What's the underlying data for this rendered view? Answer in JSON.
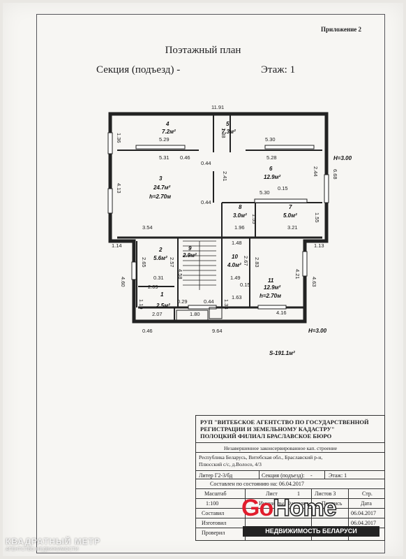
{
  "header": {
    "appendix": "Приложение 2",
    "title": "Поэтажный план",
    "section": "Секция (подъезд) -",
    "floor": "Этаж: 1"
  },
  "plan": {
    "rooms": [
      {
        "num": "1",
        "area": "2.5м²"
      },
      {
        "num": "2",
        "area": "5.6м²"
      },
      {
        "num": "3",
        "area": "24.7м²",
        "height": "h=2.70м"
      },
      {
        "num": "4",
        "area": "7.2м²"
      },
      {
        "num": "5",
        "area": "7.3м²"
      },
      {
        "num": "6",
        "area": "12.9м²"
      },
      {
        "num": "7",
        "area": "5.0м²"
      },
      {
        "num": "8",
        "area": "3.0м²"
      },
      {
        "num": "9",
        "area": "2.9м²"
      },
      {
        "num": "10",
        "area": "4.0м²"
      },
      {
        "num": "11",
        "area": "12.9м²",
        "height": "h=2.70м"
      }
    ],
    "heights": {
      "top": "H=3.00",
      "bottom": "H=3.00"
    },
    "total_area": "S-191.1м²",
    "dimensions": {
      "d11_91": "11.91",
      "d1_36": "1.36",
      "d1_38": "1.38",
      "d5_29": "5.29",
      "d5_30": "5.30",
      "d5_31": "5.31",
      "d0_46a": "0.46",
      "d0_44a": "0.44",
      "d5_28": "5.28",
      "d2_44": "2.44",
      "d6_68": "6.68",
      "d4_13": "4.13",
      "d2_41": "2.41",
      "d5_30b": "5.30",
      "d0_15a": "0.15",
      "d0_44b": "0.44",
      "d1_55a": "1.55",
      "d1_55b": "1.55",
      "d3_54": "3.54",
      "d1_96": "1.96",
      "d3_21": "3.21",
      "d1_14": "1.14",
      "d1_48": "1.48",
      "d1_13": "1.13",
      "d2_65": "2.65",
      "d2_57": "2.57",
      "d2_67": "2.67",
      "d2_83": "2.83",
      "d4_21": "4.21",
      "d4_60": "4.60",
      "d4_63": "4.63",
      "d0_31": "0.31",
      "d2_09": "2.09",
      "d4_58": "4.58",
      "d1_49": "1.49",
      "d0_15b": "0.15",
      "d1_19": "1.19",
      "d1_63": "1.63",
      "d0_29": "0.29",
      "d0_44c": "0.44",
      "d1_38b": "1.38",
      "d1_80": "1.80",
      "d4_16": "4.16",
      "d2_07": "2.07",
      "d9_64": "9.64",
      "d0_46b": "0.46"
    }
  },
  "stamp": {
    "org1": "РУП \"ВИТЕБСКОЕ АГЕНТСТВО ПО ГОСУДАРСТВЕННОЙ",
    "org2": "РЕГИСТРАЦИИ И ЗЕМЕЛЬНОМУ КАДАСТРУ\"",
    "org3": "ПОЛОЦКИЙ ФИЛИАЛ БРАСЛАВСКОЕ БЮРО",
    "object": "Незавершенное законсервированное кап. строение",
    "address1": "Республика Беларусь, Витебская обл., Браславский р-н,",
    "address2": "Плюсский с/с, д.Волосо, 4/3",
    "liter": "Литер Г2-3/бд",
    "section": "Секция (подъезд):",
    "section_dash": "-",
    "floor": "Этаж: 1",
    "composed_on": "Составлен по состоянию на: 06.04.2017",
    "col_scale": "Масштаб",
    "col_sheet": "Лист",
    "sheet_val": "1",
    "col_sheets": "Листов 3",
    "col_page": "Стр.",
    "scale_val": "1:100",
    "col_names": "Инициалы, Фамилия",
    "col_sign": "Подпись",
    "col_date": "Дата",
    "role1": "Составил",
    "role2": "Изготовил",
    "role3": "Проверил",
    "date1": "06.04.2017",
    "date2": "06.04.2017"
  },
  "logo": {
    "go": "Go",
    "home": "Home",
    "tagline": "НЕДВИЖИМОСТЬ БЕЛАРУСИ"
  },
  "watermark": {
    "text": "КВАДРАТНЫЙ МЕТР",
    "sub": "АГЕНТСТВО НЕДВИЖИМОСТИ"
  }
}
